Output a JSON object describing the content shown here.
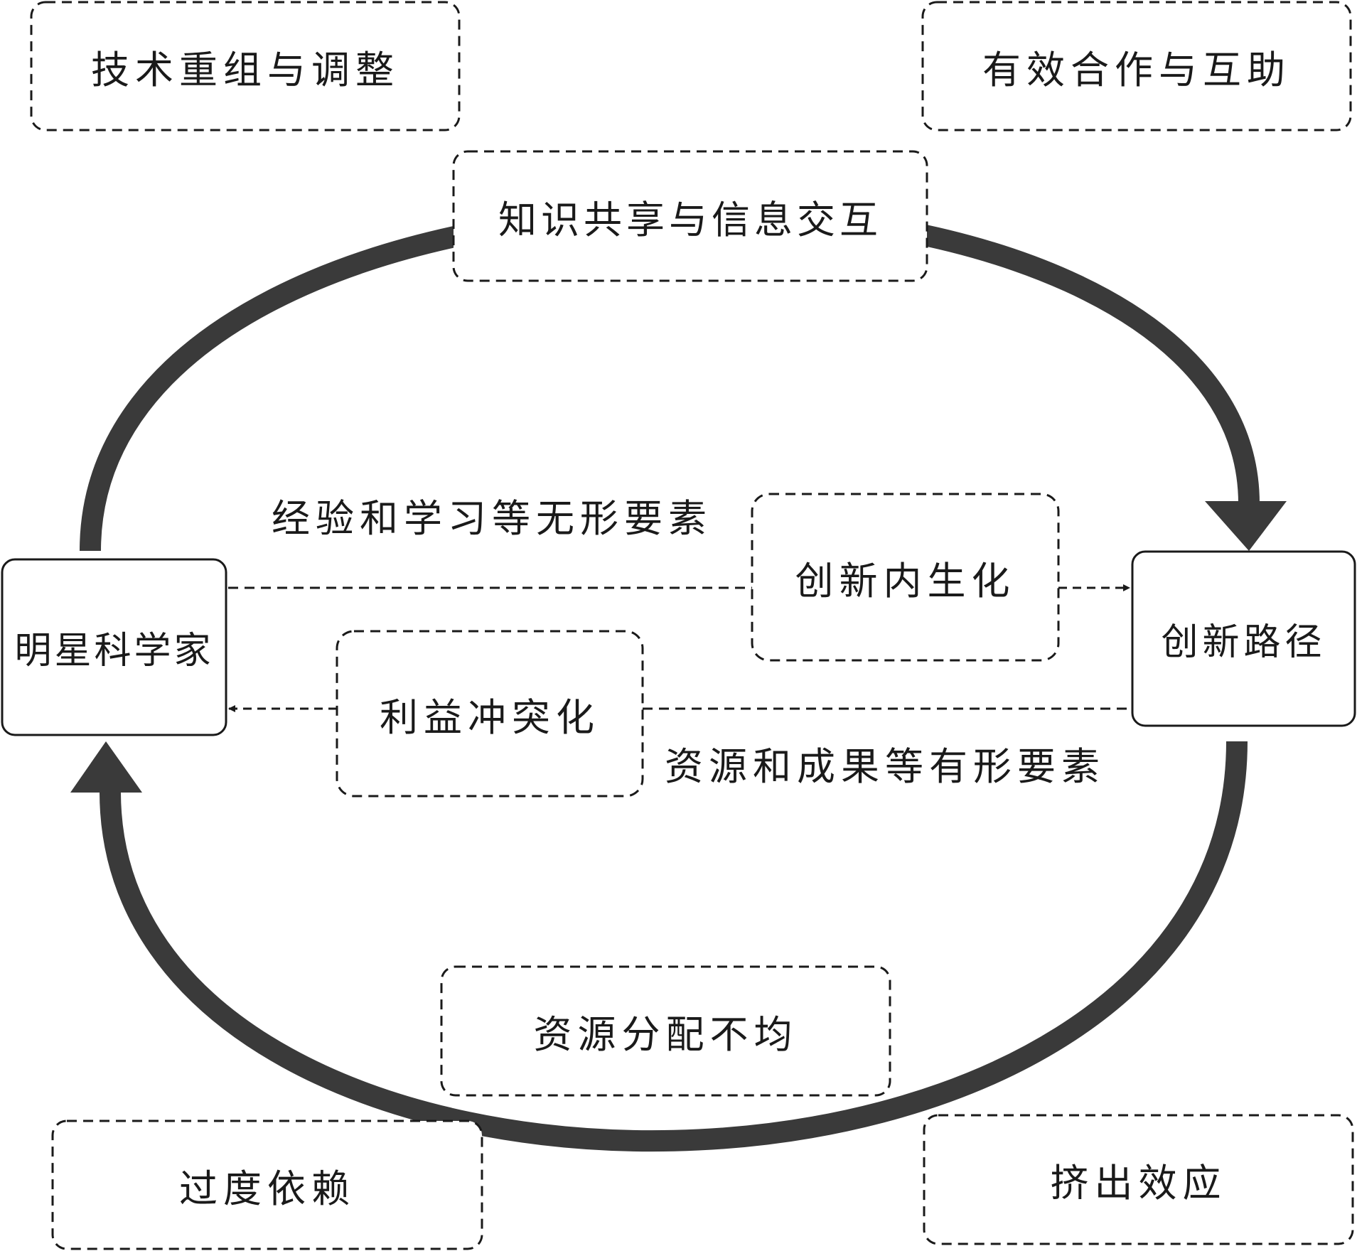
{
  "nodes": {
    "star_scientist": "明星科学家",
    "innovation_path": "创新路径"
  },
  "positive_factors": {
    "tech_reorg": "技术重组与调整",
    "cooperation": "有效合作与互助",
    "knowledge_sharing": "知识共享与信息交互"
  },
  "negative_factors": {
    "resource_imbalance": "资源分配不均",
    "over_reliance": "过度依赖",
    "crowding_out": "挤出效应"
  },
  "middle": {
    "internalization": "创新内生化",
    "conflict": "利益冲突化",
    "intangible_label": "经验和学习等无形要素",
    "tangible_label": "资源和成果等有形要素"
  },
  "colors": {
    "arrow_fill": "#3a3a3a",
    "line": "#1a1a1a",
    "background": "#ffffff"
  }
}
